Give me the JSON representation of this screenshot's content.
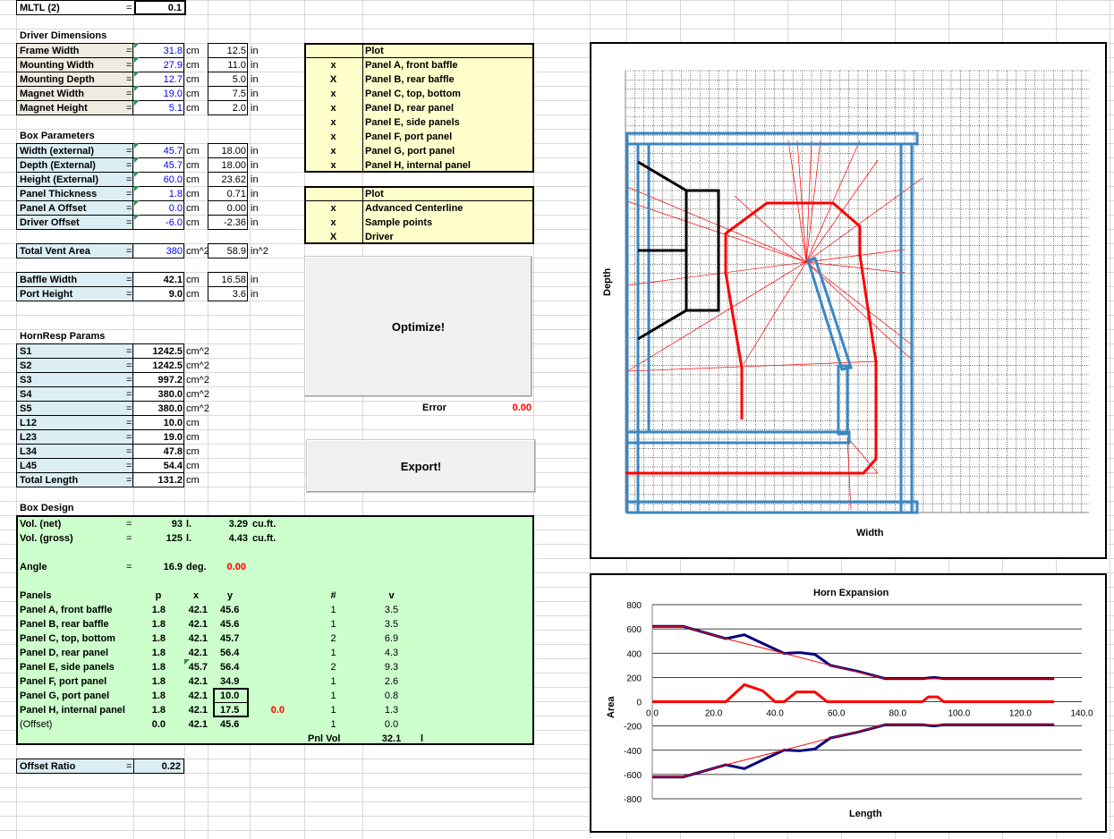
{
  "sheet": {
    "title_label": "MLTL (2)",
    "title_eq": "=",
    "title_value": "0.1"
  },
  "driver": {
    "heading": "Driver Dimensions",
    "rows": [
      {
        "label": "Frame Width",
        "eq": "=",
        "cm": "31.8",
        "unit": "cm",
        "in": "12.5",
        "in_unit": "in"
      },
      {
        "label": "Mounting Width",
        "eq": "=",
        "cm": "27.9",
        "unit": "cm",
        "in": "11.0",
        "in_unit": "in"
      },
      {
        "label": "Mounting Depth",
        "eq": "=",
        "cm": "12.7",
        "unit": "cm",
        "in": "5.0",
        "in_unit": "in"
      },
      {
        "label": "Magnet Width",
        "eq": "=",
        "cm": "19.0",
        "unit": "cm",
        "in": "7.5",
        "in_unit": "in"
      },
      {
        "label": "Magnet Height",
        "eq": "=",
        "cm": "5.1",
        "unit": "cm",
        "in": "2.0",
        "in_unit": "in"
      }
    ]
  },
  "box_params": {
    "heading": "Box Parameters",
    "rows": [
      {
        "label": "Width (external)",
        "eq": "=",
        "cm": "45.7",
        "unit": "cm",
        "in": "18.00",
        "in_unit": "in"
      },
      {
        "label": "Depth (External)",
        "eq": "=",
        "cm": "45.7",
        "unit": "cm",
        "in": "18.00",
        "in_unit": "in"
      },
      {
        "label": "Height (External)",
        "eq": "=",
        "cm": "60.0",
        "unit": "cm",
        "in": "23.62",
        "in_unit": "in"
      },
      {
        "label": "Panel Thickness",
        "eq": "=",
        "cm": "1.8",
        "unit": "cm",
        "in": "0.71",
        "in_unit": "in"
      },
      {
        "label": "Panel A Offset",
        "eq": "=",
        "cm": "0.0",
        "unit": "cm",
        "in": "0.00",
        "in_unit": "in"
      },
      {
        "label": "Driver Offset",
        "eq": "=",
        "cm": "-6.0",
        "unit": "cm",
        "in": "-2.36",
        "in_unit": "in"
      }
    ]
  },
  "vent": {
    "label": "Total Vent Area",
    "eq": "=",
    "cm": "380",
    "unit": "cm^2",
    "in": "58.9",
    "in_unit": "in^2"
  },
  "baffle": {
    "rows": [
      {
        "label": "Baffle Width",
        "eq": "=",
        "cm": "42.1",
        "unit": "cm",
        "in": "16.58",
        "in_unit": "in"
      },
      {
        "label": "Port Height",
        "eq": "=",
        "cm": "9.0",
        "unit": "cm",
        "in": "3.6",
        "in_unit": "in"
      }
    ]
  },
  "hornresp": {
    "heading": "HornResp Params",
    "rows": [
      {
        "label": "S1",
        "eq": "=",
        "val": "1242.5",
        "unit": "cm^2"
      },
      {
        "label": "S2",
        "eq": "=",
        "val": "1242.5",
        "unit": "cm^2"
      },
      {
        "label": "S3",
        "eq": "=",
        "val": "997.2",
        "unit": "cm^2"
      },
      {
        "label": "S4",
        "eq": "=",
        "val": "380.0",
        "unit": "cm^2"
      },
      {
        "label": "S5",
        "eq": "=",
        "val": "380.0",
        "unit": "cm^2"
      },
      {
        "label": "L12",
        "eq": "=",
        "val": "10.0",
        "unit": "cm"
      },
      {
        "label": "L23",
        "eq": "=",
        "val": "19.0",
        "unit": "cm"
      },
      {
        "label": "L34",
        "eq": "=",
        "val": "47.8",
        "unit": "cm"
      },
      {
        "label": "L45",
        "eq": "=",
        "val": "54.4",
        "unit": "cm"
      },
      {
        "label": "Total Length",
        "eq": "=",
        "val": "131.2",
        "unit": "cm"
      }
    ]
  },
  "plot1": {
    "header": "Plot",
    "rows": [
      {
        "mark": "x",
        "label": "Panel A, front baffle"
      },
      {
        "mark": "X",
        "label": "Panel B, rear baffle"
      },
      {
        "mark": "x",
        "label": "Panel C, top, bottom"
      },
      {
        "mark": "x",
        "label": "Panel D, rear panel"
      },
      {
        "mark": "x",
        "label": "Panel E, side panels"
      },
      {
        "mark": "x",
        "label": "Panel F, port panel"
      },
      {
        "mark": "x",
        "label": "Panel G, port panel"
      },
      {
        "mark": "x",
        "label": "Panel H, internal panel"
      }
    ]
  },
  "plot2": {
    "header": "Plot",
    "rows": [
      {
        "mark": "x",
        "label": "Advanced Centerline"
      },
      {
        "mark": "x",
        "label": "Sample points"
      },
      {
        "mark": "X",
        "label": "Driver"
      }
    ]
  },
  "buttons": {
    "optimize": "Optimize!",
    "export": "Export!"
  },
  "error": {
    "label": "Error",
    "value": "0.00"
  },
  "box_design": {
    "heading": "Box Design",
    "vol_net": {
      "label": "Vol. (net)",
      "eq": "=",
      "l": "93",
      "lu": "l.",
      "cf": "3.29",
      "cfu": "cu.ft."
    },
    "vol_gross": {
      "label": "Vol. (gross)",
      "eq": "=",
      "l": "125",
      "lu": "l.",
      "cf": "4.43",
      "cfu": "cu.ft."
    },
    "angle": {
      "label": "Angle",
      "eq": "=",
      "val": "16.9",
      "unit": "deg.",
      "extra": "0.00"
    },
    "panels_header": {
      "label": "Panels",
      "p": "p",
      "x": "x",
      "y": "y",
      "n": "#",
      "v": "v"
    },
    "panels": [
      {
        "label": "Panel A, front baffle",
        "p": "1.8",
        "x": "42.1",
        "y": "45.6",
        "n": "1",
        "v": "3.5"
      },
      {
        "label": "Panel B, rear baffle",
        "p": "1.8",
        "x": "42.1",
        "y": "45.6",
        "n": "1",
        "v": "3.5"
      },
      {
        "label": "Panel C, top, bottom",
        "p": "1.8",
        "x": "42.1",
        "y": "45.7",
        "n": "2",
        "v": "6.9"
      },
      {
        "label": "Panel D, rear panel",
        "p": "1.8",
        "x": "42.1",
        "y": "56.4",
        "n": "1",
        "v": "4.3"
      },
      {
        "label": "Panel E, side panels",
        "p": "1.8",
        "x": "45.7",
        "y": "56.4",
        "n": "2",
        "v": "9.3"
      },
      {
        "label": "Panel F, port panel",
        "p": "1.8",
        "x": "42.1",
        "y": "34.9",
        "n": "1",
        "v": "2.6"
      },
      {
        "label": "Panel G, port panel",
        "p": "1.8",
        "x": "42.1",
        "y": "10.0",
        "n": "1",
        "v": "0.8"
      },
      {
        "label": "Panel H, internal panel",
        "p": "1.8",
        "x": "42.1",
        "y": "17.5",
        "n": "1",
        "v": "1.3",
        "extra": "0.0"
      },
      {
        "label": "(Offset)",
        "p": "0.0",
        "x": "42.1",
        "y": "45.6",
        "n": "1",
        "v": "0.0"
      }
    ],
    "pnl_vol": {
      "label": "Pnl Vol",
      "val": "32.1",
      "unit": "l"
    }
  },
  "offset_ratio": {
    "label": "Offset Ratio",
    "eq": "=",
    "val": "0.22"
  },
  "colors": {
    "blue_panel": "#3a87c3",
    "red_line": "#ff0000",
    "navy": "#000080",
    "black": "#000000",
    "green_fill": "#ccffcc",
    "yellow_fill": "#ffffcc"
  },
  "chart_top": {
    "xlabel": "Width",
    "ylabel": "Depth"
  },
  "chart_data": {
    "type": "line",
    "title": "Horn Expansion",
    "xlabel": "Length",
    "ylabel": "Area",
    "xlim": [
      0,
      140
    ],
    "ylim": [
      -800,
      800
    ],
    "xticks": [
      "0.0",
      "20.0",
      "40.0",
      "60.0",
      "80.0",
      "100.0",
      "120.0",
      "140.0"
    ],
    "yticks": [
      "800",
      "600",
      "400",
      "200",
      "0",
      "-200",
      "-400",
      "-600",
      "-800"
    ],
    "series": [
      {
        "color": "#000080",
        "x": [
          0,
          10,
          24,
          30,
          36,
          43,
          48,
          53,
          58,
          67,
          76,
          88,
          90,
          92,
          95,
          131
        ],
        "y": [
          621,
          621,
          520,
          552,
          480,
          398,
          405,
          390,
          300,
          250,
          190,
          190,
          195,
          200,
          190,
          190
        ]
      },
      {
        "color": "#000080",
        "x": [
          0,
          10,
          24,
          30,
          36,
          43,
          48,
          53,
          58,
          67,
          76,
          88,
          90,
          92,
          95,
          131
        ],
        "y": [
          -621,
          -621,
          -520,
          -552,
          -480,
          -398,
          -405,
          -390,
          -300,
          -250,
          -190,
          -190,
          -195,
          -200,
          -190,
          -190
        ]
      },
      {
        "color": "#ff0000",
        "x": [
          0,
          10,
          24,
          43,
          58,
          76,
          131
        ],
        "y": [
          621,
          621,
          520,
          398,
          300,
          190,
          190
        ]
      },
      {
        "color": "#ff0000",
        "x": [
          0,
          10,
          24,
          43,
          58,
          76,
          131
        ],
        "y": [
          -621,
          -621,
          -520,
          -398,
          -300,
          -190,
          -190
        ]
      },
      {
        "color": "#ff0000",
        "x": [
          0,
          24,
          30,
          36,
          40,
          43,
          47,
          53,
          57,
          88,
          90,
          93,
          95,
          131
        ],
        "y": [
          0,
          0,
          140,
          90,
          0,
          0,
          80,
          80,
          0,
          0,
          40,
          40,
          0,
          0
        ]
      }
    ]
  }
}
